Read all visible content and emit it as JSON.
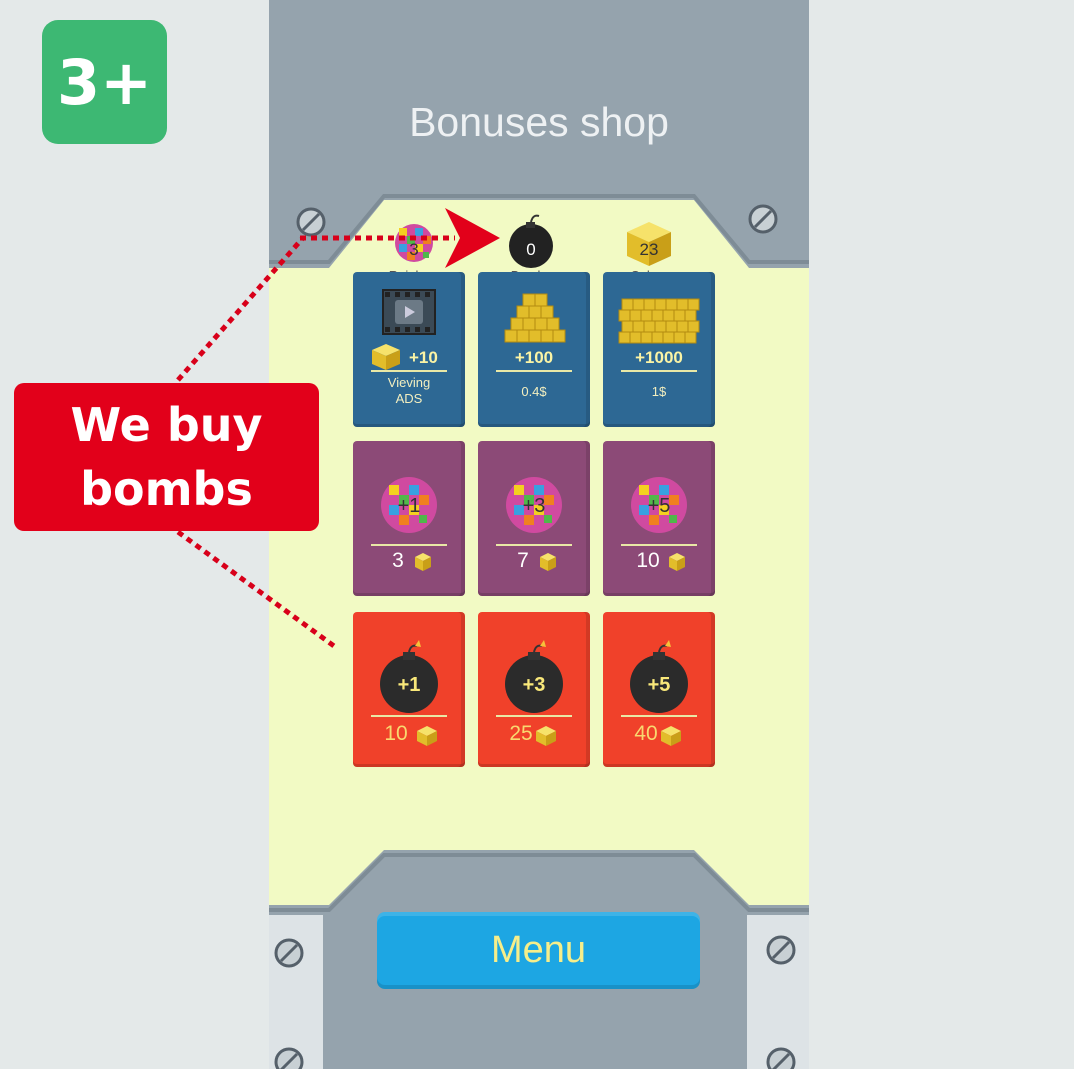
{
  "age_badge": "3+",
  "header": {
    "title": "Bonuses shop"
  },
  "counters": {
    "rainbow": {
      "value": "3",
      "label": "Rainbow"
    },
    "bombs": {
      "value": "0",
      "label": "Bombs"
    },
    "cubes": {
      "value": "23",
      "label": "Cubes"
    }
  },
  "cube_offers": [
    {
      "amount": "+10",
      "price": "Vieving\nADS",
      "icon": "film-icon"
    },
    {
      "amount": "+100",
      "price": "0.4$",
      "icon": "cube-pile-icon"
    },
    {
      "amount": "+1000",
      "price": "1$",
      "icon": "cube-stack-icon"
    }
  ],
  "rainbow_offers": [
    {
      "amount": "+1",
      "cost": "3"
    },
    {
      "amount": "+3",
      "cost": "7"
    },
    {
      "amount": "+5",
      "cost": "10"
    }
  ],
  "bomb_offers": [
    {
      "amount": "+1",
      "cost": "10"
    },
    {
      "amount": "+3",
      "cost": "25"
    },
    {
      "amount": "+5",
      "cost": "40"
    }
  ],
  "menu_button": "Menu",
  "callout": {
    "text": "We buy\nbombs"
  },
  "colors": {
    "background": "#e4e9e9",
    "panel": "#f2fac4",
    "header": "#95a3ad",
    "cube_card": "#2d6894",
    "rainbow_card": "#8c4a77",
    "bomb_card": "#f0412a",
    "menu_button": "#1da6e3",
    "callout": "#e2001a",
    "age_badge": "#3db873"
  }
}
